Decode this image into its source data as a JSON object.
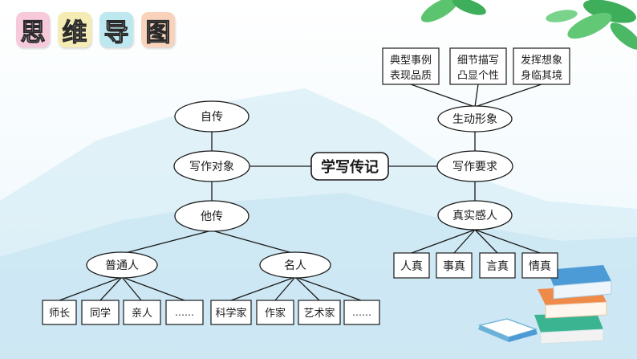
{
  "header": {
    "title_chars": [
      "思",
      "维",
      "导",
      "图"
    ],
    "tile_colors": [
      "#f7cadb",
      "#f5ecb5",
      "#bde8f0",
      "#f8d2bb"
    ]
  },
  "colors": {
    "line": "#1a1a1a",
    "node_fill": "#ffffff",
    "leaf_green": "#43b560",
    "mountain_blue": "#c9e6f2",
    "book_blue": "#4d9bd6",
    "book_green": "#3bb591",
    "book_orange": "#f08a48"
  },
  "diagram": {
    "center": "学写传记",
    "left": {
      "label": "写作对象",
      "top_child": "自传",
      "bottom_child": "他传",
      "groups": [
        {
          "label": "普通人",
          "leaves": [
            "师长",
            "同学",
            "亲人",
            "……"
          ]
        },
        {
          "label": "名人",
          "leaves": [
            "科学家",
            "作家",
            "艺术家",
            "……"
          ]
        }
      ]
    },
    "right": {
      "label": "写作要求",
      "top_child": {
        "label": "生动形象",
        "leaves": [
          [
            "典型事例",
            "表现品质"
          ],
          [
            "细节描写",
            "凸显个性"
          ],
          [
            "发挥想象",
            "身临其境"
          ]
        ]
      },
      "bottom_child": {
        "label": "真实感人",
        "leaves": [
          "人真",
          "事真",
          "言真",
          "情真"
        ]
      }
    }
  }
}
